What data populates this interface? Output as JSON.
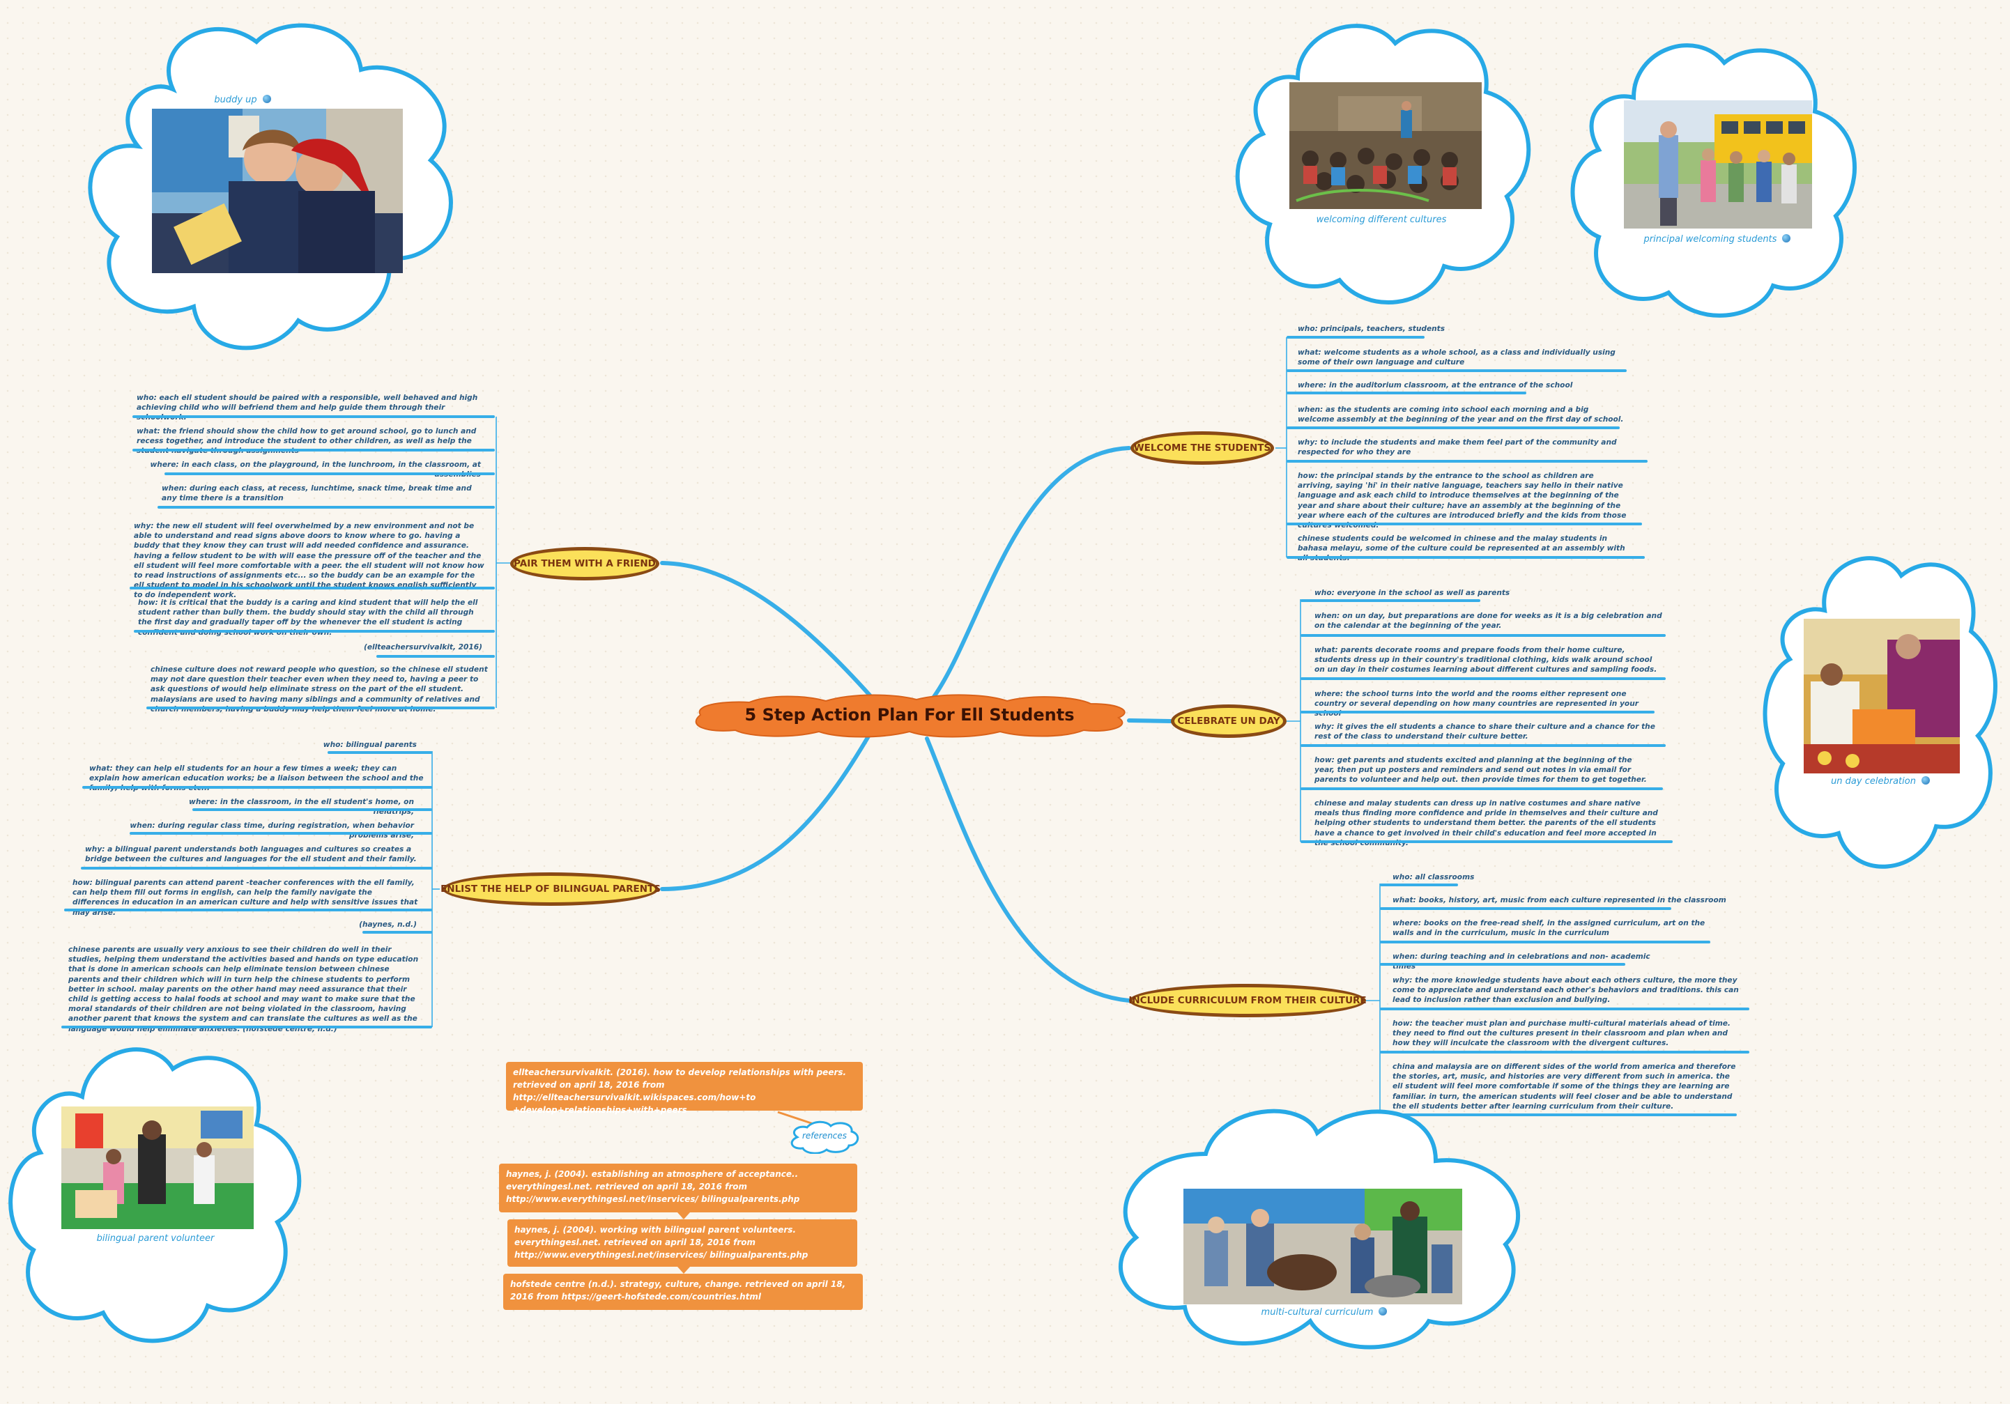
{
  "central_topic": "5 Step Action Plan For Ell Students",
  "branches": [
    {
      "id": "pair",
      "title": "PAIR THEM WITH A FRIEND",
      "items": [
        "who: each ell student should be paired with a responsible, well behaved and high achieving child who will befriend them and help guide them through their schoolwork.",
        "what: the friend should show the child how to get around school, go to lunch and recess together, and introduce the student to other children, as well as help the student navigate through assignments",
        "where: in each class, on the playground, in the lunchroom, in the classroom, at assemblies",
        "when: during each class, at recess, lunchtime, snack time, break time and any time there is a transition",
        "why: the new ell student will feel overwhelmed by a new environment and not be able to understand and read signs above doors to know where to go. having a buddy that they know they can trust will add needed confidence and assurance. having a fellow student to be with will ease the pressure off of the teacher and the ell student will feel more comfortable with a peer. the ell student will not know how to read instructions of assignments etc... so the buddy can be an example for the ell student to model in his schoolwork until the student knows english sufficiently to do independent work.",
        "how: it is critical that the buddy is a caring and kind student that will help the ell student rather than bully them. the buddy should stay with the child all through the first day and gradually taper off by the  whenever the ell student is acting confident and doing school work on their own.",
        "(ellteachersurvivalkit, 2016)",
        "chinese culture does not reward people who question, so the chinese ell student may not dare question their teacher even when they need to, having a peer to ask questions of would help eliminate stress on the part of the ell student. malaysians are used to having many siblings and a community of relatives and church members, having a buddy may help them feel more at home."
      ]
    },
    {
      "id": "bilingual",
      "title": "ENLIST THE HELP OF BILINGUAL PARENTS",
      "items": [
        "who: bilingual parents",
        "what: they can help ell students for an hour a few times a week; they can explain how american education works; be a liaison between the school and the family; help with forms etc...",
        "where: in the classroom, in the ell student's home, on fieldtrips,",
        "when: during regular class time, during registration, when behavior problems arise,",
        "why: a bilingual parent understands both languages and cultures so creates a bridge between the cultures and languages for the ell student and their family.",
        "how: bilingual parents can attend parent -teacher conferences with the ell family, can help them fill out forms in english, can help the family navigate the differences in education in an american culture and help with sensitive issues that may arise.",
        "(haynes, n.d.)",
        "chinese parents are usually very anxious to see their children do well in their studies, helping them understand the activities based and hands on type education that is done in american schools can help eliminate tension between chinese parents and their children which will in turn help the chinese students to perform better in school. malay parents on the other hand may need assurance that their child is getting access to halal foods at school and may want to make sure that the moral standards of their children are not being violated in the classroom, having another parent that knows the system and can translate the cultures as well as the language would help eliminate anxieties. (hofstede centre, n.d.)"
      ]
    },
    {
      "id": "welcome",
      "title": "WELCOME THE STUDENTS",
      "items": [
        "who: principals, teachers, students",
        "what: welcome students as a whole school, as a class and individually using some of their own language and culture",
        "where: in the auditorium classroom, at the entrance of the school",
        "when: as the students are coming into school each morning and a big welcome assembly at the beginning of the year and on the first day of school.",
        "why: to include the students and make them feel part of the community and respected for who they are",
        "how: the principal stands by the entrance to the school as children are arriving, saying 'hi' in their native language, teachers say hello in their native language and ask each child to introduce themselves at the beginning of the year and share about their culture; have an assembly at the beginning of the year where each of the cultures are introduced briefly and the kids from those cultures welcomed.",
        "chinese students could be welcomed in chinese and the malay students in bahasa melayu, some of the culture could be represented at an assembly with all students."
      ]
    },
    {
      "id": "unday",
      "title": "CELEBRATE UN DAY",
      "items": [
        "who: everyone in the school as well as parents",
        "when: on un day, but preparations are done for weeks as it is a big celebration and on the calendar at the beginning of the year.",
        "what: parents decorate rooms and prepare foods from their home culture, students dress up in their country's traditional clothing, kids walk around school on un day in their costumes learning about different cultures and sampling foods.",
        "where: the school turns into the world and the rooms either represent one country or several depending on how many countries are represented in your school",
        "why: it gives the ell students a chance to share their culture and a chance for the rest of the class to understand their culture better.",
        "how: get parents and students excited and planning at the beginning of the year, then put up posters and reminders and send out notes in via email for parents to volunteer and help out. then provide times for them to get together.",
        "chinese and malay students can dress up in native costumes and share native meals thus finding more confidence and pride in themselves and their culture and helping other students to understand them better. the parents of the ell students have a chance to get involved in their child's education and feel more accepted in the school community."
      ]
    },
    {
      "id": "curriculum",
      "title": "INCLUDE CURRICULUM FROM THEIR CULTURE",
      "items": [
        "who: all classrooms",
        "what: books, history, art, music from each culture represented in the classroom",
        "where: books on the free-read shelf, in the assigned curriculum, art on the walls and in the curriculum, music in the curriculum",
        "when: during teaching and in celebrations and non- academic times",
        "why: the more knowledge students have about each others culture, the more they come to appreciate and understand each other's behaviors and traditions. this can lead to inclusion rather than exclusion and bullying.",
        "how: the teacher must plan and purchase multi-cultural materials ahead of time. they need to find out the cultures present in their classroom and plan when and how they will inculcate the classroom with the divergent cultures.",
        "china and malaysia are on different sides of the world from america and therefore the stories, art, music, and histories are very different from such in america. the ell student will feel more comfortable if some of the things they are learning are familiar. in turn, the american students will feel closer and be able to understand  the ell students better after learning curriculum from their culture."
      ]
    }
  ],
  "images": {
    "buddy": "buddy up",
    "welcoming": "welcoming different cultures",
    "principal": "principal welcoming students",
    "unday": "un day celebration",
    "parent": "bilingual parent volunteer",
    "curriculum": "multi-cultural curriculum"
  },
  "references": {
    "label": "references",
    "items": [
      "ellteachersurvivalkit. (2016). how to develop relationships with peers. retrieved on april 18, 2016 from http://ellteachersurvivalkit.wikispaces.com/how+to +develop+relationships+with+peers",
      "haynes, j. (2004). establishing an atmosphere of acceptance.. everythingesl.net. retrieved on april 18, 2016 from http://www.everythingesl.net/inservices/ bilingualparents.php",
      "haynes, j. (2004). working with bilingual parent volunteers. everythingesl.net. retrieved on april 18, 2016 from http://www.everythingesl.net/inservices/ bilingualparents.php",
      "hofstede centre (n.d.). strategy, culture, change. retrieved on april 18, 2016 from https://geert-hofstede.com/countries.html"
    ]
  },
  "colors": {
    "connector": "#37aee8",
    "central_fill": "#ef7b2e",
    "branch_fill": "#fbe05a",
    "branch_border": "#8a4a14",
    "reference_fill": "#f0923e",
    "leaf_text": "#2b5a82",
    "cloud_border": "#27a9e6"
  }
}
